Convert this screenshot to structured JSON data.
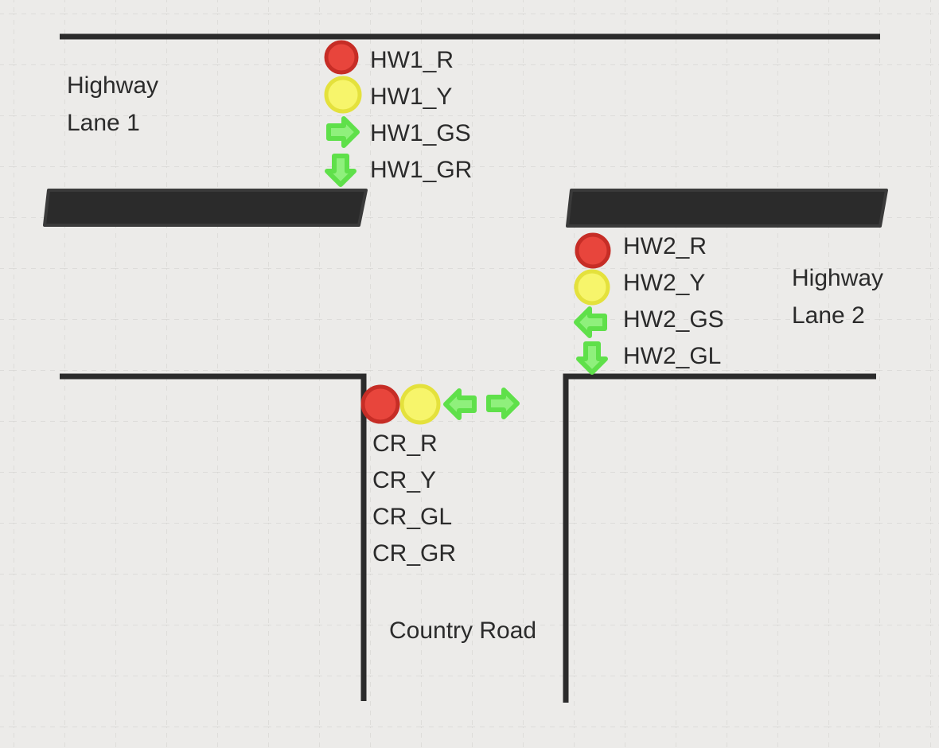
{
  "labels": {
    "highway_lane_1": [
      "Highway",
      "Lane 1"
    ],
    "highway_lane_2": [
      "Highway",
      "Lane 2"
    ],
    "country_road": "Country Road"
  },
  "signals": {
    "hw1": [
      "HW1_R",
      "HW1_Y",
      "HW1_GS",
      "HW1_GR"
    ],
    "hw2": [
      "HW2_R",
      "HW2_Y",
      "HW2_GS",
      "HW2_GL"
    ],
    "cr": [
      "CR_R",
      "CR_Y",
      "CR_GL",
      "CR_GR"
    ]
  },
  "colors": {
    "background": "#ecebe9",
    "grid": "#d4d3d0",
    "road_line": "#2b2b2b",
    "red_light": "#e8453c",
    "red_light_border": "#c62d26",
    "yellow_light": "#f7f56b",
    "yellow_light_border": "#e4e13c",
    "green_arrow": "#5fe04a",
    "green_arrow_light": "#8ff07c"
  }
}
